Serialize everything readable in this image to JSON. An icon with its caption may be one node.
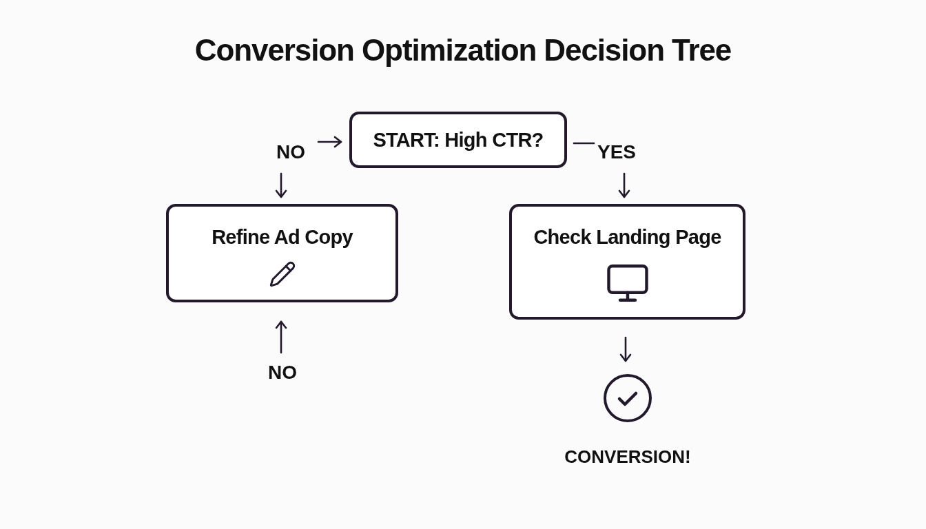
{
  "diagram": {
    "title": "Conversion Optimization Decision Tree",
    "nodes": [
      {
        "text": [
          "START: High CTR?"
        ]
      },
      {
        "text": [
          "NO"
        ]
      },
      {
        "text": [
          "YES"
        ]
      },
      {
        "text": [
          "Refine Ad Copy"
        ]
      },
      {
        "text": [
          "Check Landing Page"
        ]
      },
      {
        "text": [
          "NO"
        ]
      },
      {
        "text": [],
        "shape": "circle",
        "beside": [
          "CONVERSION!"
        ]
      }
    ],
    "edges": [
      {
        "from": 1,
        "to": 0,
        "arrow": "to"
      },
      {
        "from": 0,
        "to": 2,
        "arrow": "none"
      },
      {
        "from": 1,
        "to": 3,
        "arrow": "to"
      },
      {
        "from": 2,
        "to": 4,
        "arrow": "to"
      },
      {
        "from": 5,
        "to": 3,
        "arrow": "to"
      },
      {
        "from": 4,
        "to": 6,
        "arrow": "to"
      }
    ]
  }
}
